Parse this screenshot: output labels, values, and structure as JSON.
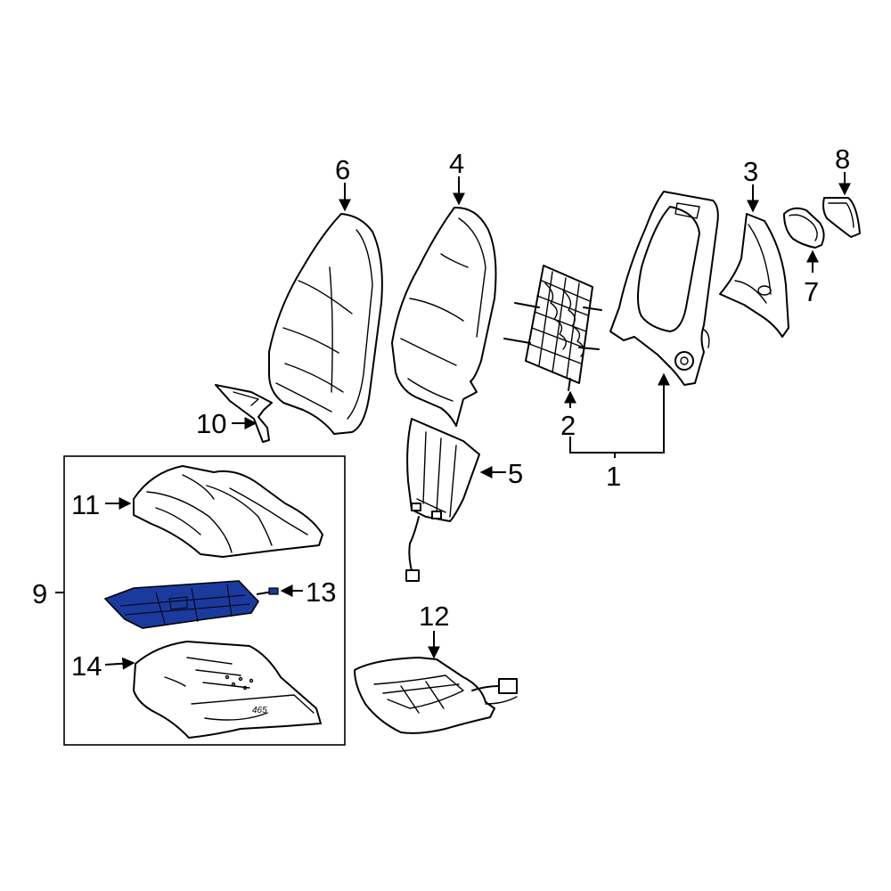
{
  "diagram": {
    "highlight_color": "#1a3a9e",
    "group_box_label": "9",
    "part_stamp": "465",
    "callouts": [
      {
        "id": "1",
        "text": "1"
      },
      {
        "id": "2",
        "text": "2"
      },
      {
        "id": "3",
        "text": "3"
      },
      {
        "id": "4",
        "text": "4"
      },
      {
        "id": "5",
        "text": "5"
      },
      {
        "id": "6",
        "text": "6"
      },
      {
        "id": "7",
        "text": "7"
      },
      {
        "id": "8",
        "text": "8"
      },
      {
        "id": "9",
        "text": "9"
      },
      {
        "id": "10",
        "text": "10"
      },
      {
        "id": "11",
        "text": "11"
      },
      {
        "id": "12",
        "text": "12"
      },
      {
        "id": "13",
        "text": "13"
      },
      {
        "id": "14",
        "text": "14"
      }
    ]
  }
}
